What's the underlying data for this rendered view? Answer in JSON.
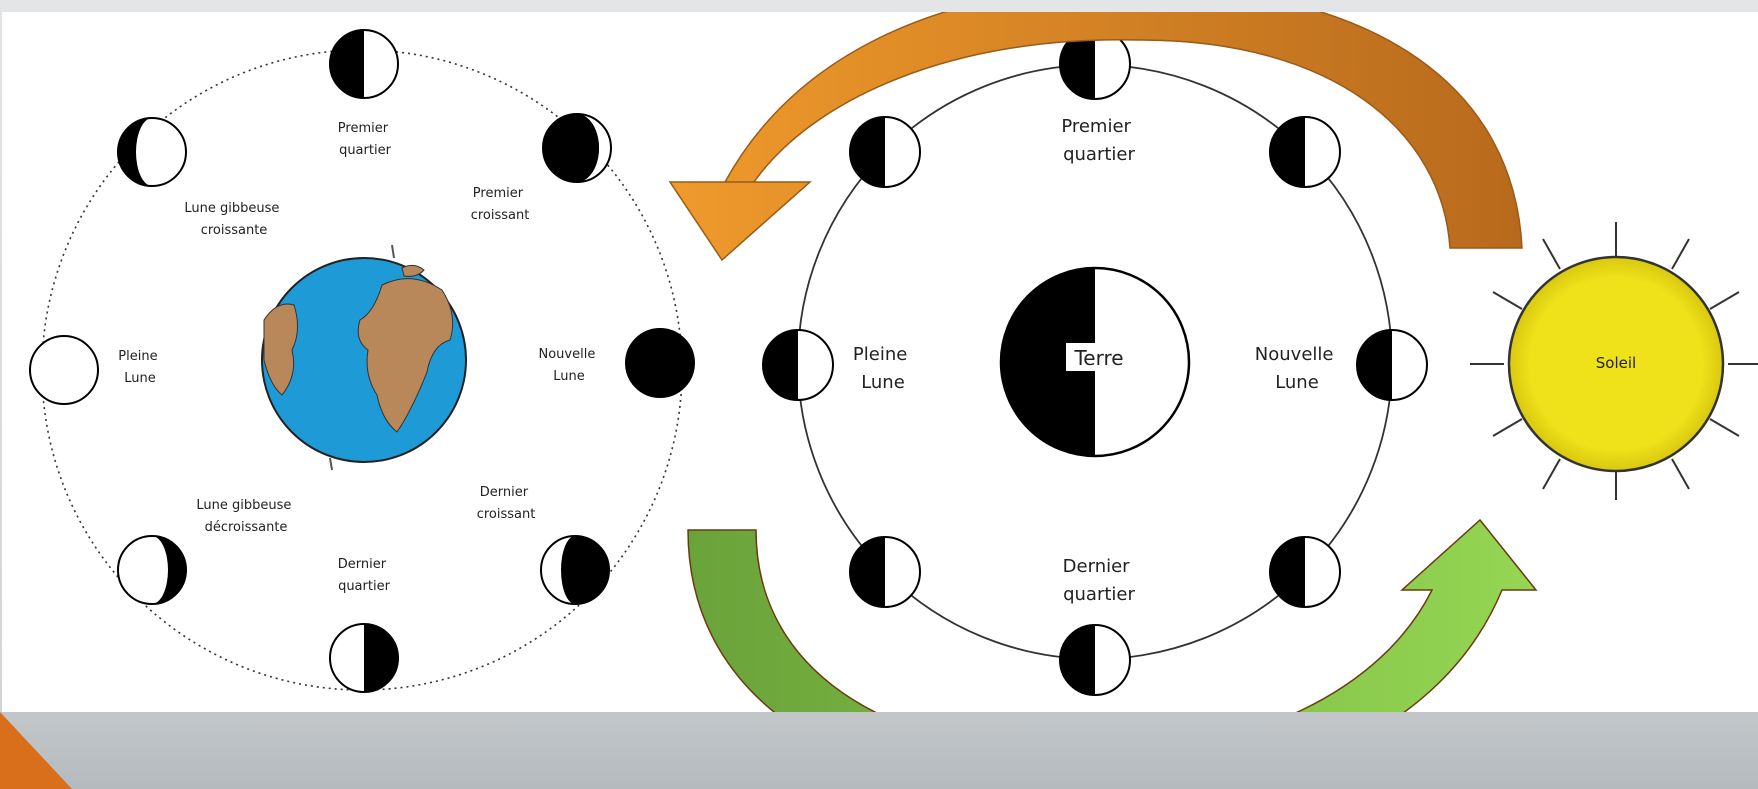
{
  "left_diagram": {
    "labels": {
      "premier_quartier": [
        "Premier",
        "quartier"
      ],
      "premier_croissant": [
        "Premier",
        "croissant"
      ],
      "lune_gibbeuse_croissante": [
        "Lune gibbeuse",
        "croissante"
      ],
      "pleine_lune": [
        "Pleine",
        "Lune"
      ],
      "nouvelle_lune": [
        "Nouvelle",
        "Lune"
      ],
      "lune_gibbeuse_decroissante": [
        "Lune gibbeuse",
        "décroissante"
      ],
      "dernier_croissant": [
        "Dernier",
        "croissant"
      ],
      "dernier_quartier": [
        "Dernier",
        "quartier"
      ]
    },
    "center": "earth-globe"
  },
  "right_diagram": {
    "labels": {
      "premier_quartier": [
        "Premier",
        "quartier"
      ],
      "pleine_lune": [
        "Pleine",
        "Lune"
      ],
      "nouvelle_lune": [
        "Nouvelle",
        "Lune"
      ],
      "dernier_quartier": [
        "Dernier",
        "quartier"
      ],
      "terre": "Terre",
      "soleil": "Soleil"
    }
  },
  "colors": {
    "sun_fill": "#f0e21a",
    "earth_ocean": "#1e9bd7",
    "earth_land": "#b8875a",
    "arrow_orange": "#e8922a",
    "arrow_orange_dark": "#b86a1c",
    "arrow_green": "#8fd14f",
    "arrow_green_dark": "#6aa33a",
    "corner_accent": "#d96f1a"
  }
}
